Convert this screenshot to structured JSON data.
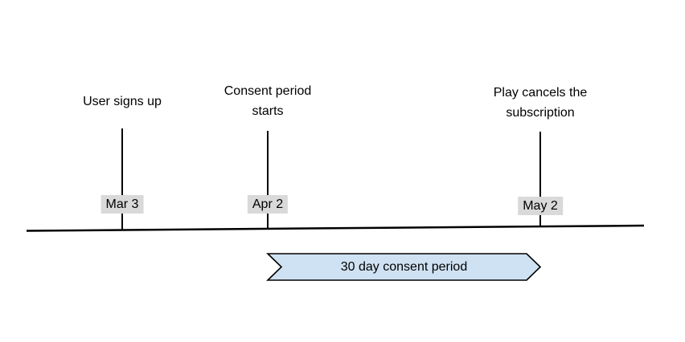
{
  "diagram": {
    "title": "subscription consent period timeline",
    "background": "#ffffff",
    "line_color": "#000000",
    "date_chip_bg": "#d9d9d9",
    "events": [
      {
        "label": "User signs up",
        "date": "Mar 3"
      },
      {
        "label": "Consent period\nstarts",
        "date": "Apr 2"
      },
      {
        "label": "Play cancels the\nsubscription",
        "date": "May 2"
      }
    ],
    "banner": {
      "label": "30 day consent period",
      "fill": "#cfe2f3",
      "border": "#000000"
    }
  }
}
